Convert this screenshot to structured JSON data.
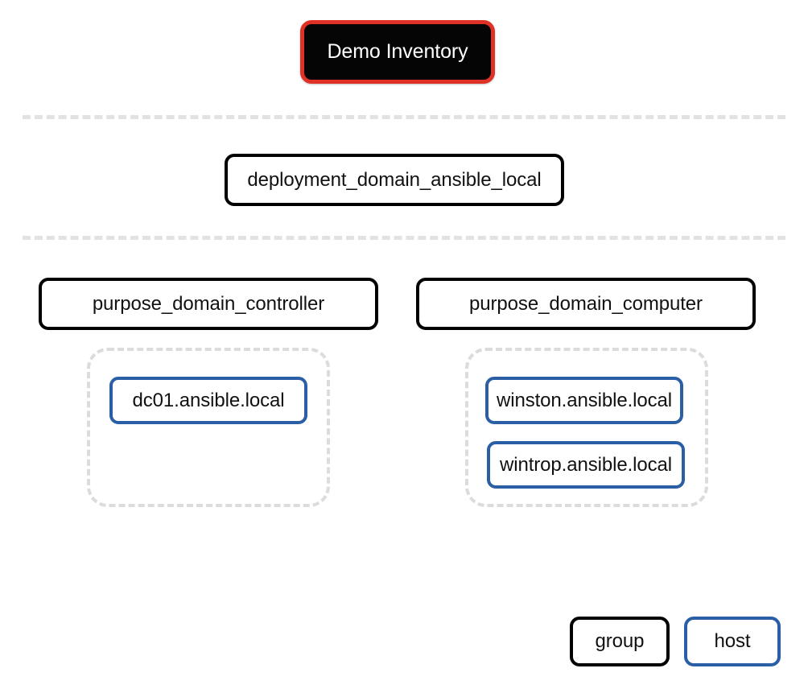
{
  "diagram": {
    "title": "Demo Inventory",
    "type": "ansible-inventory-graph",
    "background_color": "#ffffff",
    "root": {
      "label": "Demo Inventory",
      "fill_color": "#050505",
      "border_color": "#e03127",
      "text_color": "#ffffff"
    },
    "separators": [
      {
        "name": "rank-separator-1"
      },
      {
        "name": "rank-separator-2"
      }
    ],
    "levels": [
      {
        "name": "deployment-level",
        "groups": [
          {
            "label": "deployment_domain_ansible_local",
            "kind": "group"
          }
        ]
      },
      {
        "name": "purpose-level",
        "groups": [
          {
            "label": "purpose_domain_controller",
            "kind": "group",
            "hosts": [
              {
                "label": "dc01.ansible.local",
                "kind": "host"
              }
            ]
          },
          {
            "label": "purpose_domain_computer",
            "kind": "group",
            "hosts": [
              {
                "label": "winston.ansible.local",
                "kind": "host"
              },
              {
                "label": "wintrop.ansible.local",
                "kind": "host"
              }
            ]
          }
        ]
      }
    ],
    "legend": {
      "items": [
        {
          "label": "group",
          "border_color": "#000000"
        },
        {
          "label": "host",
          "border_color": "#2b5fa5"
        }
      ]
    },
    "colors": {
      "group_border": "#000000",
      "host_border": "#2b5fa5",
      "root_border": "#e03127",
      "root_fill": "#050505",
      "separator": "#e2e2e2",
      "container_dash": "#dcdcdc"
    }
  }
}
